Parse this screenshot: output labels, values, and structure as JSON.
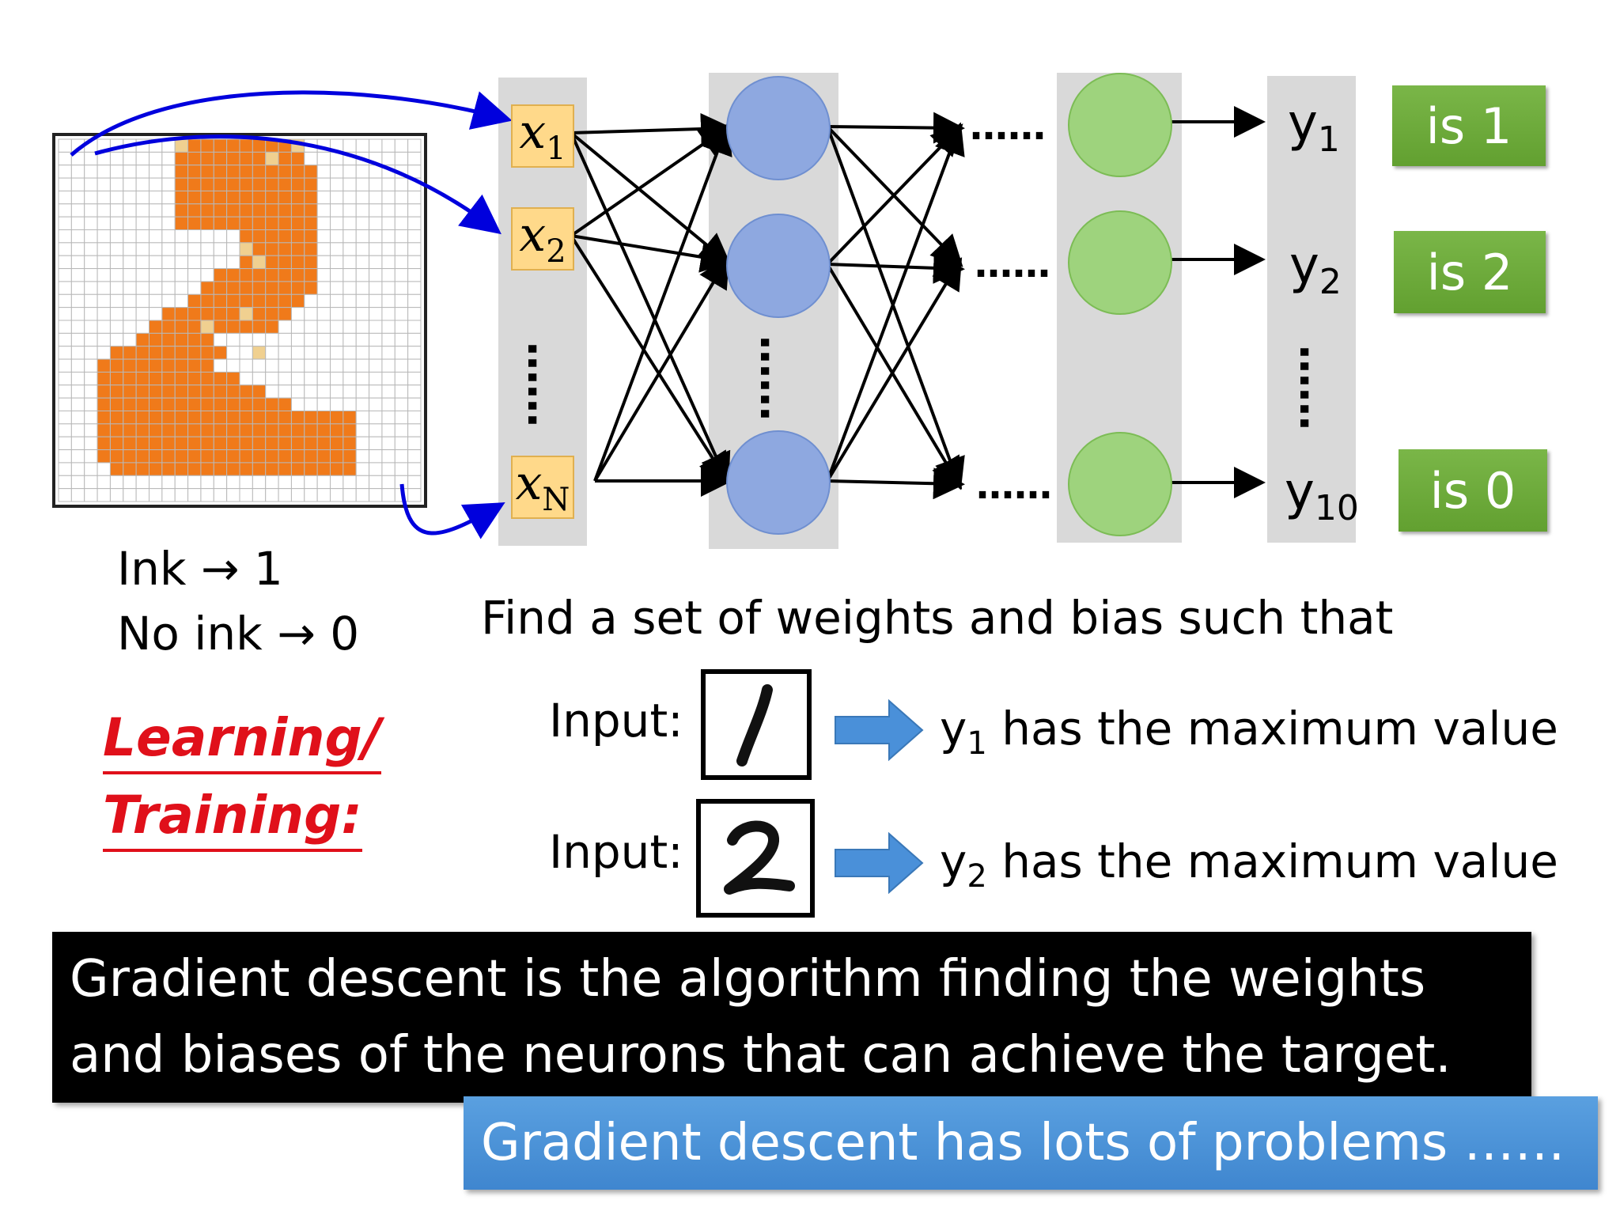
{
  "network": {
    "inputs": [
      {
        "var": "x",
        "sub": "1"
      },
      {
        "var": "x",
        "sub": "2"
      },
      {
        "var": "x",
        "sub": "N"
      }
    ],
    "outputs": [
      {
        "var": "y",
        "sub": "1"
      },
      {
        "var": "y",
        "sub": "2"
      },
      {
        "var": "y",
        "sub": "10"
      }
    ],
    "ellipsis_h": "……",
    "ellipsis_v": "……",
    "classes": [
      "is 1",
      "is 2",
      "is 0"
    ]
  },
  "encoding": {
    "ink": "Ink → 1",
    "no_ink": "No ink → 0"
  },
  "learning_label": {
    "line1": "Learning/",
    "line2": "Training:"
  },
  "objective": {
    "heading": "Find a set of weights and bias such that",
    "rows": [
      {
        "input_label": "Input:",
        "digit": "1",
        "output_var": "y",
        "output_sub": "1",
        "output_text": " has the maximum value"
      },
      {
        "input_label": "Input:",
        "digit": "2",
        "output_var": "y",
        "output_sub": "2",
        "output_text": " has the maximum value"
      }
    ]
  },
  "callouts": {
    "gradient_black": "Gradient descent is the algorithm finding the weights and biases of the neurons that  can achieve the target.",
    "gradient_blue": "Gradient descent has lots of problems ……"
  },
  "colors": {
    "ink_orange": "#f07a1a",
    "ink_light": "#f0d090",
    "hidden_node": "#8ea8e0",
    "output_node": "#9ed37d",
    "layer_band": "#d9d9d9",
    "arrow_blue": "#0000dd",
    "class_green": "#6aaa3a",
    "callout_blue": "#4a90d9",
    "learning_red": "#e0101a"
  }
}
